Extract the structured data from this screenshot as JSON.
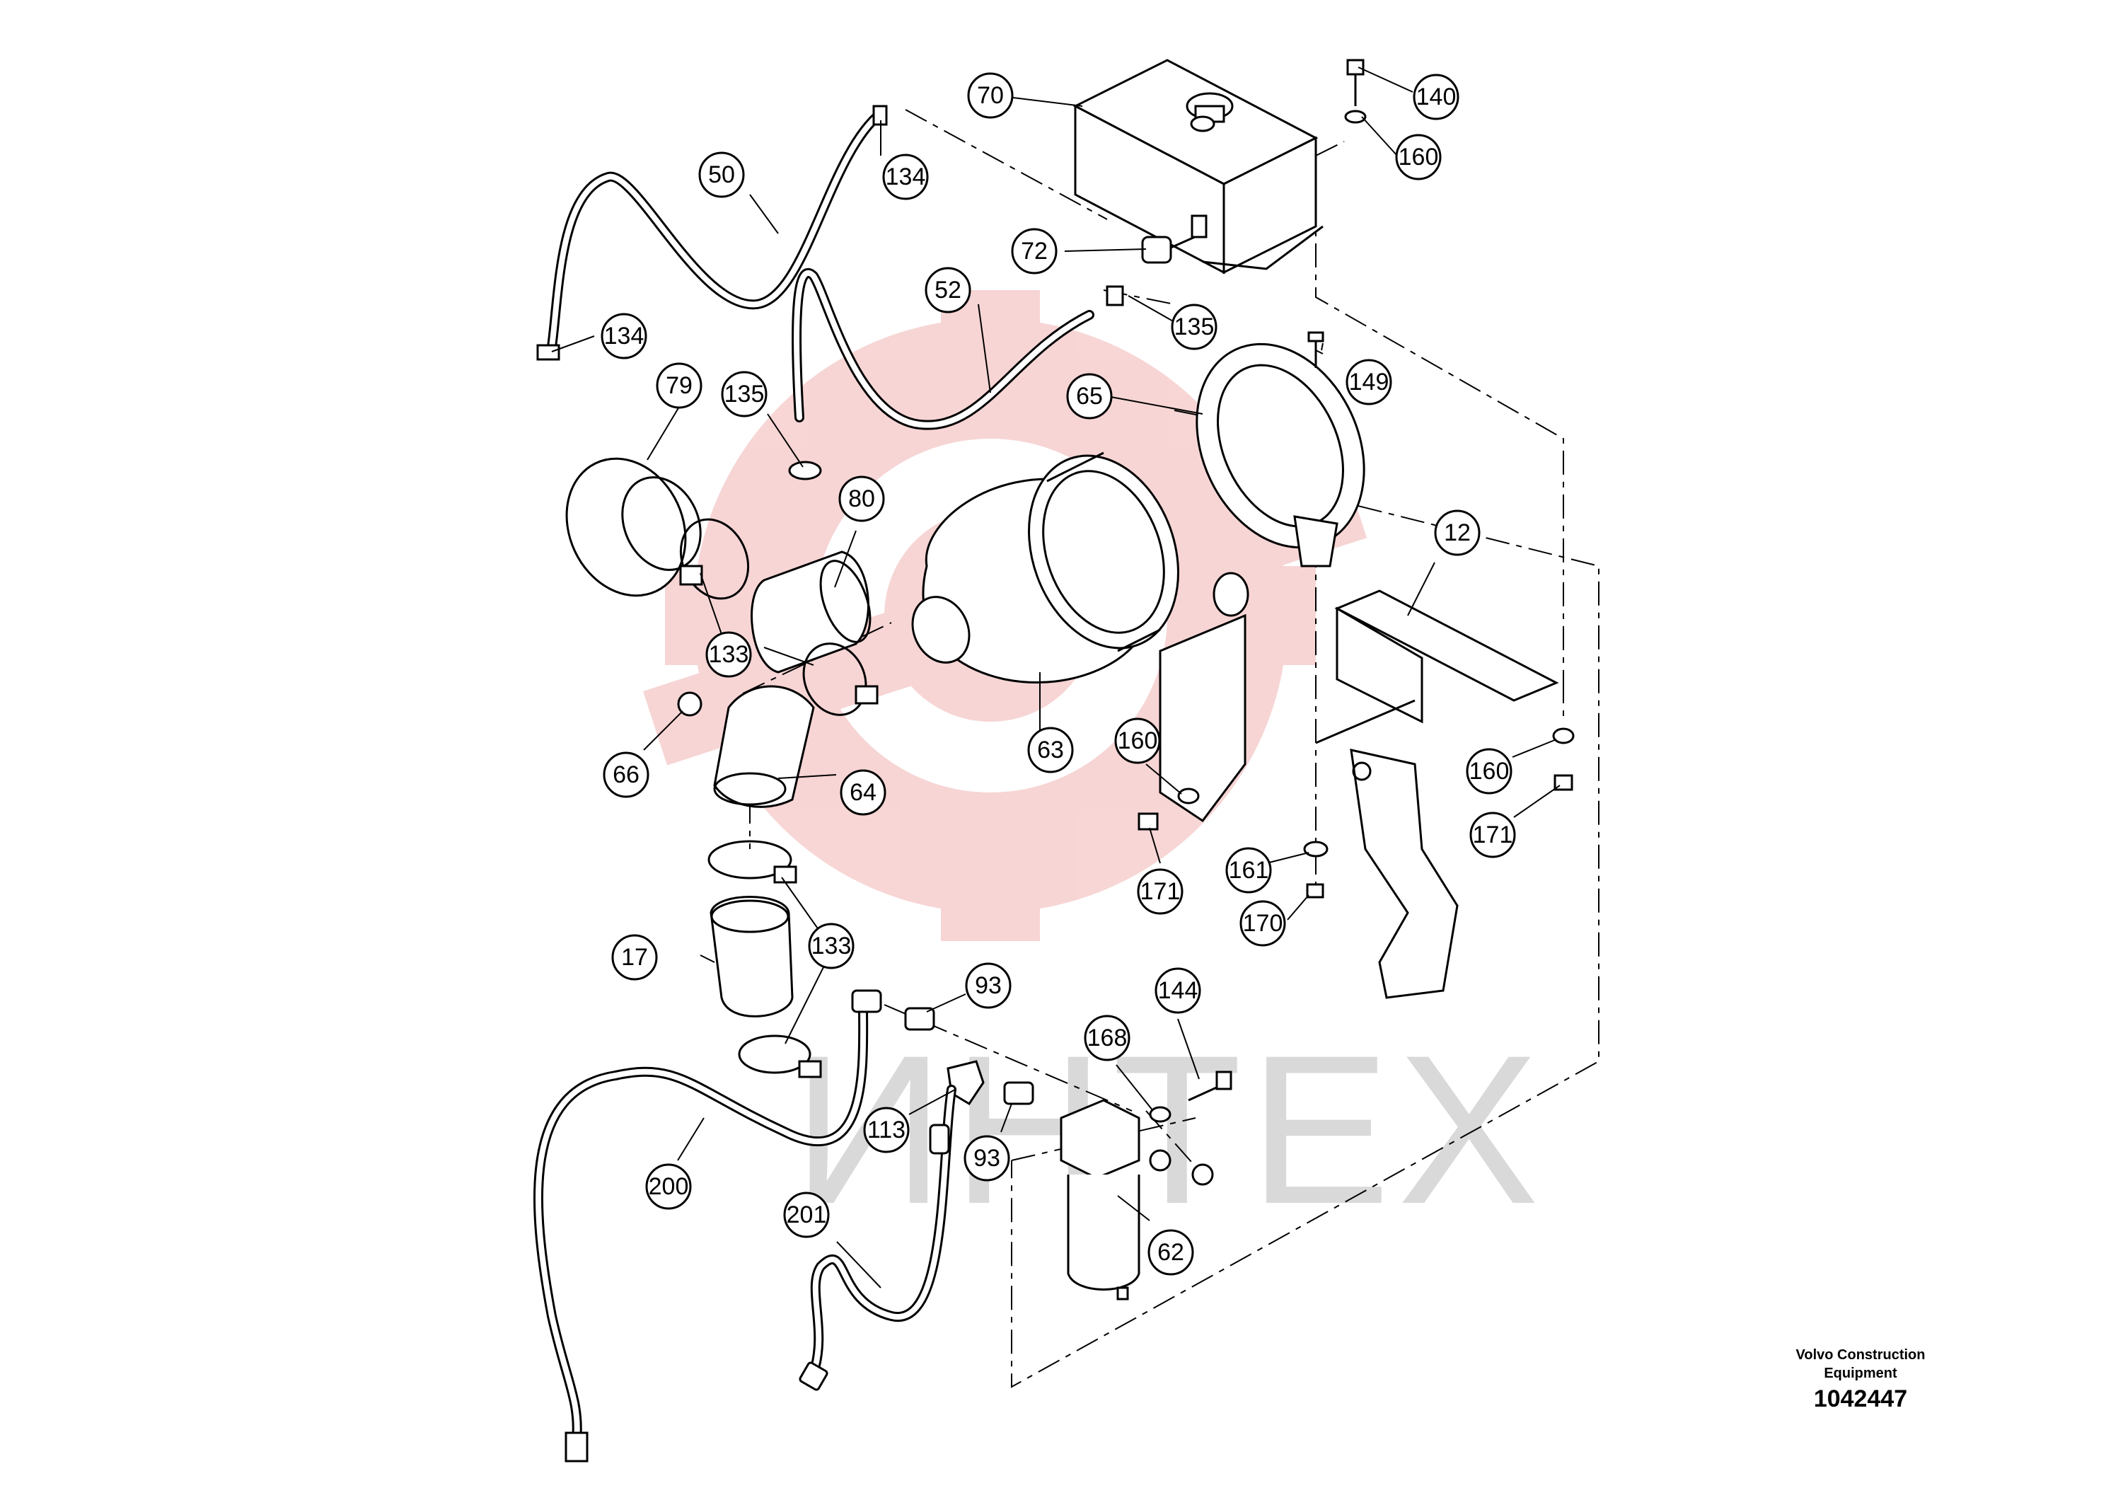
{
  "callouts": [
    {
      "id": "70",
      "label": "70"
    },
    {
      "id": "140",
      "label": "140"
    },
    {
      "id": "160a",
      "label": "160"
    },
    {
      "id": "50",
      "label": "50"
    },
    {
      "id": "134a",
      "label": "134"
    },
    {
      "id": "72",
      "label": "72"
    },
    {
      "id": "52",
      "label": "52"
    },
    {
      "id": "135a",
      "label": "135"
    },
    {
      "id": "134b",
      "label": "134"
    },
    {
      "id": "149",
      "label": "149"
    },
    {
      "id": "79",
      "label": "79"
    },
    {
      "id": "135b",
      "label": "135"
    },
    {
      "id": "65",
      "label": "65"
    },
    {
      "id": "80",
      "label": "80"
    },
    {
      "id": "12",
      "label": "12"
    },
    {
      "id": "133a",
      "label": "133"
    },
    {
      "id": "63",
      "label": "63"
    },
    {
      "id": "160b",
      "label": "160"
    },
    {
      "id": "66",
      "label": "66"
    },
    {
      "id": "64",
      "label": "64"
    },
    {
      "id": "160c",
      "label": "160"
    },
    {
      "id": "171a",
      "label": "171"
    },
    {
      "id": "161",
      "label": "161"
    },
    {
      "id": "171b",
      "label": "171"
    },
    {
      "id": "170",
      "label": "170"
    },
    {
      "id": "17",
      "label": "17"
    },
    {
      "id": "133b",
      "label": "133"
    },
    {
      "id": "93a",
      "label": "93"
    },
    {
      "id": "144",
      "label": "144"
    },
    {
      "id": "168",
      "label": "168"
    },
    {
      "id": "113",
      "label": "113"
    },
    {
      "id": "93b",
      "label": "93"
    },
    {
      "id": "200",
      "label": "200"
    },
    {
      "id": "201",
      "label": "201"
    },
    {
      "id": "62",
      "label": "62"
    }
  ],
  "watermark": {
    "text": "ИНТЕХ"
  },
  "footer": {
    "company_line1": "Volvo Construction",
    "company_line2": "Equipment",
    "drawing_number": "1042447"
  }
}
